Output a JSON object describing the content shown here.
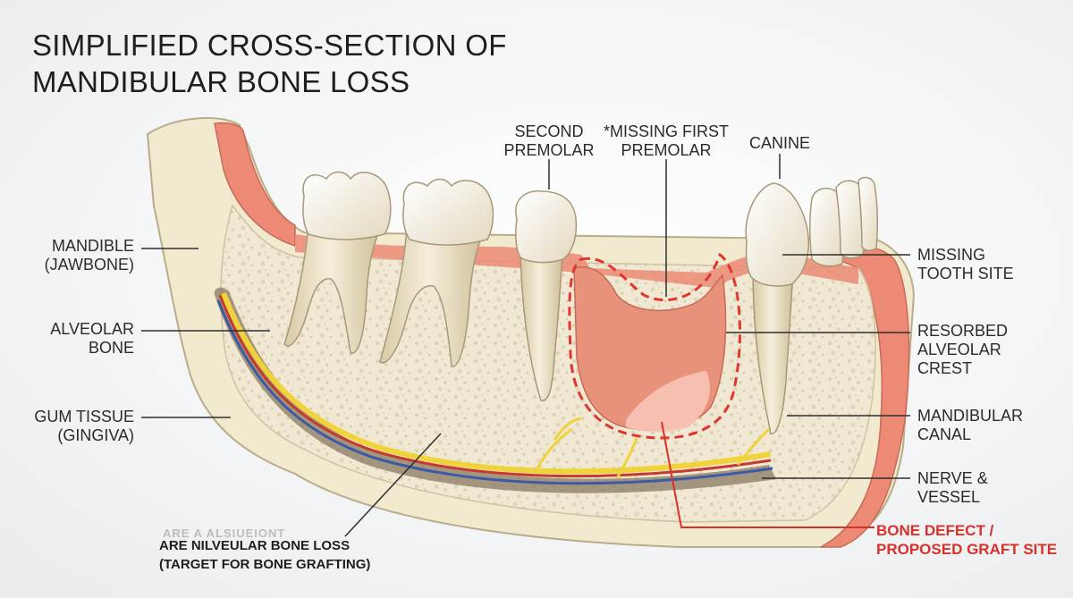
{
  "title": "SIMPLIFIED CROSS-SECTION OF\nMANDIBULAR BONE LOSS",
  "labels": {
    "second_premolar": "SECOND\nPREMOLAR",
    "missing_first_premolar": "*MISSING FIRST\nPREMOLAR",
    "canine": "CANINE",
    "mandible": "MANDIBLE\n(JAWBONE)",
    "alveolar_bone": "ALVEOLAR\nBONE",
    "gum_tissue": "GUM TISSUE\n(GINGIVA)",
    "missing_tooth_site": "MISSING\nTOOTH SITE",
    "resorbed_crest": "RESORBED\nALVEOLAR\nCREST",
    "mandibular_canal": "MANDIBULAR\nCANAL",
    "nerve_vessel": "NERVE &\nVESSEL",
    "bone_defect": "BONE DEFECT /\nPROPOSED GRAFT SITE",
    "bottom_faded": "ARE A ALSIUEIONT",
    "bottom_main": "ARE NILVEULAR BONE LOSS\n(TARGET FOR BONE GRAFTING)"
  },
  "colors": {
    "gum": "#ec8a76",
    "bone": "#efe6cf",
    "cortical": "#f2e9cc",
    "tooth": "#ede4cc",
    "nerve": "#f0d23a",
    "vessel_red": "#c63a2e",
    "vessel_blue": "#3c5aa6",
    "defect": "#e0362f"
  }
}
